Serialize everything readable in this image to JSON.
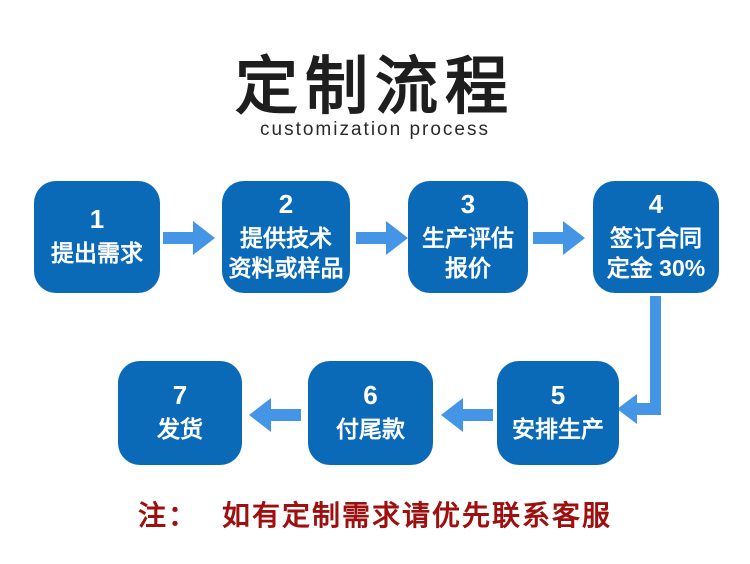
{
  "theme": {
    "box-blue": "#0a6ab8",
    "arrow-blue": "#4495e5",
    "note-color": "#9e1010",
    "title-color": "#1e1e1e"
  },
  "header": {
    "title": "定制流程",
    "subtitle": "customization process"
  },
  "flow": {
    "steps": [
      {
        "number": "1",
        "label": "提出需求"
      },
      {
        "number": "2",
        "label": "提供技术\n资料或样品"
      },
      {
        "number": "3",
        "label": "生产评估\n报价"
      },
      {
        "number": "4",
        "label": "签订合同\n定金 30%"
      },
      {
        "number": "5",
        "label": "安排生产"
      },
      {
        "number": "6",
        "label": "付尾款"
      },
      {
        "number": "7",
        "label": "发货"
      }
    ]
  },
  "note": {
    "prefix": "注：",
    "text": "如有定制需求请优先联系客服"
  }
}
